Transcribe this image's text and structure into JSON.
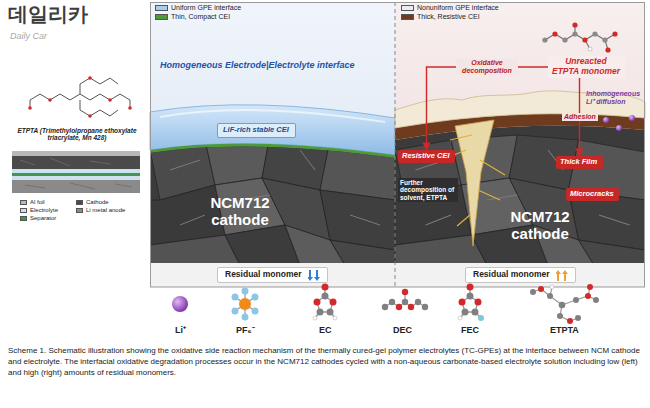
{
  "diagram": {
    "caption": "Scheme 1. Schematic illustration showing the oxidative side reaction mechanism of the thermally cured-gel polymer electrolytes (TC-GPEs) at the interface between NCM cathode and electrolyte. The interfacial oxidative degradation processes occur in the NCM712 cathodes cycled with a non-aqueous carbonate-based electrolyte solution including low (left) and high (right) amounts of residual monomers.",
    "nodes": [
      {
        "text": [
          "LiF-rich stable CEI"
        ]
      },
      {
        "text": [
          "Unreacted ETPTA monomer"
        ]
      },
      {
        "text": [
          "Resistive CEI"
        ]
      },
      {
        "text": [
          "Thick Film"
        ]
      },
      {
        "text": [
          "Microcracks"
        ]
      },
      {
        "text": [
          "Residual monomer"
        ]
      },
      {
        "text": [
          "Residual monomer"
        ]
      }
    ],
    "edges": [
      {
        "from": 1,
        "to": 2,
        "arrow": "to",
        "label": "Oxidative decomposition"
      },
      {
        "from": 1,
        "to": 3,
        "arrow": "to",
        "label": "Adhesion"
      }
    ],
    "labels": [
      "데일리카",
      "Daily Car",
      "ETPTA (Trimethylolpropane ethoxylate triacrylate, Mn 428)",
      "Homogeneous Electrode|Electrolyte interface",
      "NCM712 cathode",
      "Inhomogeneous Li⁺ diffusion",
      "Further decomposition of solvent, ETPTA",
      "NCM712 cathode",
      "Li⁺",
      "PF₆⁻",
      "EC",
      "DEC",
      "FEC",
      "ETPTA"
    ],
    "legend": [
      {
        "text": "Al foil",
        "color": "#b8b8b8"
      },
      {
        "text": "Cathode",
        "color": "#4a4a4a"
      },
      {
        "text": "Electrolyte",
        "color": "#cfe0f0"
      },
      {
        "text": "Li metal anode",
        "color": "#8a8a8a"
      },
      {
        "text": "Separator",
        "color": "#3c9a50"
      },
      {
        "text": "Uniform GPE interface",
        "color": "#a9cdee"
      },
      {
        "text": "Thin, Compact CEI",
        "color": "#4c9a3a"
      },
      {
        "text": "Nonuniform GPE interface",
        "color": "#e6edf5"
      },
      {
        "text": "Thick, Resistive CEI",
        "color": "#6e3b1e"
      }
    ]
  }
}
